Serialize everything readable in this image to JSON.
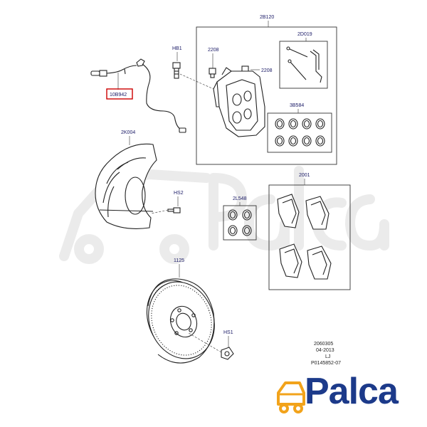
{
  "callouts": {
    "sensor": "10B942",
    "caliper_kit": "2B120",
    "pad_clips": "2D019",
    "bleed_screw_top": "2208",
    "bleed_screw_side": "2208",
    "bolt_hb1": "HB1",
    "seal_kit": "3B584",
    "splash_shield": "2K004",
    "bolt_hs2": "HS2",
    "small_seals": "2L548",
    "brake_pads": "2001",
    "disc": "1125",
    "bolt_hs1": "HS1"
  },
  "info_block": {
    "line1": "2060305",
    "line2": "04-2013",
    "line3": "LJ",
    "line4": "P0145852-07"
  },
  "logo": {
    "text": "Palca",
    "color": "#1c3a8a",
    "accent": "#f2a31b"
  },
  "highlight_color": "#cc0000"
}
